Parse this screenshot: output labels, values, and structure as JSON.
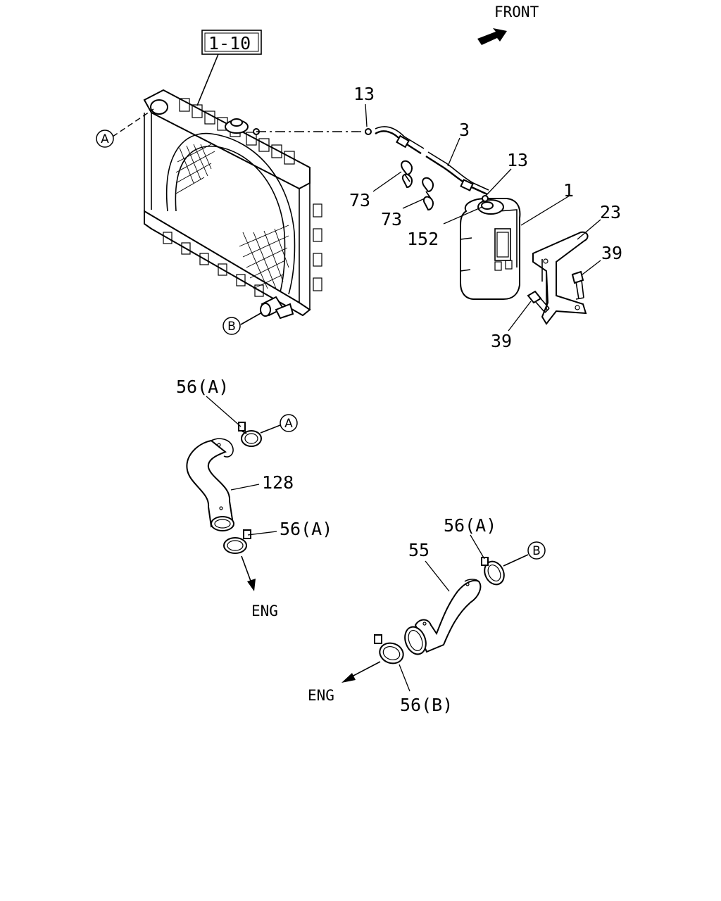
{
  "diagram": {
    "ref_box": "1-10",
    "front_label": "FRONT",
    "callouts": {
      "p13_top": "13",
      "p3": "3",
      "p13_right": "13",
      "p1": "1",
      "p23": "23",
      "p39_right": "39",
      "p39_bottom": "39",
      "p73_a": "73",
      "p73_b": "73",
      "p152": "152",
      "p56a_1": "56(A)",
      "p128": "128",
      "p56a_2": "56(A)",
      "p56a_3": "56(A)",
      "p55": "55",
      "p56b": "56(B)"
    },
    "connection_marks": {
      "a_radiator": "A",
      "b_radiator": "B",
      "a_hose": "A",
      "b_hose": "B"
    },
    "engine_labels": {
      "eng_1": "ENG",
      "eng_2": "ENG"
    }
  }
}
